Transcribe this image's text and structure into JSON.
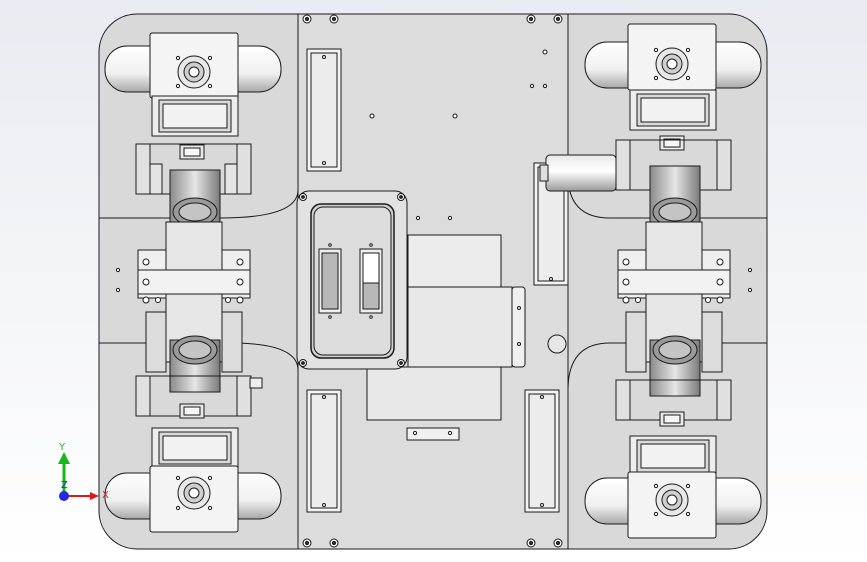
{
  "viewport": {
    "background_top": "#e9ebf2",
    "background_bottom": "#ffffff"
  },
  "triad": {
    "x_label": "X",
    "y_label": "Y",
    "z_label": "Z",
    "x_color": "#e01818",
    "y_color": "#18b818",
    "z_color": "#2828e0"
  },
  "colors": {
    "plate": "#d8d8d8",
    "plate_inner": "#dcdcdc",
    "line": "#1a1a1a",
    "part_light": "#f2f2f2",
    "part_mid": "#c8c8c8",
    "part_dark": "#8e8e8e"
  }
}
